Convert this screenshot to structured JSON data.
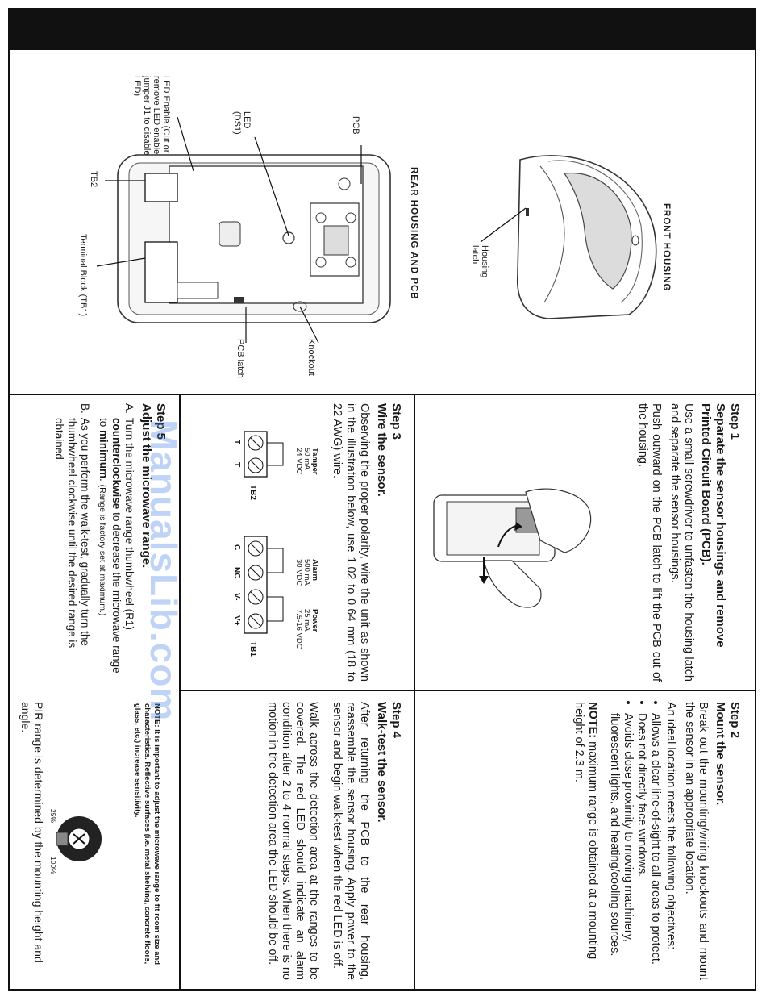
{
  "diagram_labels": {
    "front_housing": "FRONT HOUSING",
    "housing_latch": "Housing latch",
    "rear_housing": "REAR HOUSING AND PCB",
    "pcb": "PCB",
    "led_ds1": "LED (DS1)",
    "led_enable": "LED Enable (Cut or remove LED enable jumper J1 to disable LED)",
    "tb2": "TB2",
    "terminal_block": "Terminal Block (TB1)",
    "knockout": "Knockout",
    "pcb_latch": "PCB latch"
  },
  "step1": {
    "title": "Step 1",
    "subtitle": "Separate the sensor housings and remove Printed Circuit Board (PCB).",
    "p1": "Use a small screwdriver to unfasten the housing latch and separate the sensor housings.",
    "p2": "Push outward on the PCB latch to lift the PCB out of the housing."
  },
  "step2": {
    "title": "Step 2",
    "subtitle": "Mount the sensor.",
    "p1": "Break out the mounting/wiring knockouts and mount the sensor in an appropriate location.",
    "p2": "An ideal location meets the following objectives:",
    "bullets": [
      "Allows a clear line-of-sight to all areas to protect.",
      "Does not directly face windows.",
      "Avoids close proximity to moving machinery, fluorescent lights, and heating/cooling sources."
    ],
    "note_label": "NOTE:",
    "note_text": "maximum range is obtained at a mounting height of 2.3 m."
  },
  "step3": {
    "title": "Step 3",
    "subtitle": "Wire the sensor.",
    "p1": "Observing the proper polarity, wire the unit as shown in the illustration below, use 1.02 to 0.64 mm (18 to 22 AWG) wire.",
    "tamper_label": "Tamper",
    "tamper_spec1": "50 mA",
    "tamper_spec2": "24 VDC",
    "alarm_label": "Alarm",
    "alarm_spec1": "500 mA",
    "alarm_spec2": "30 VDC",
    "power_label": "Power",
    "power_spec1": "25 mA",
    "power_spec2": "7.5-16 VDC",
    "tb2_terms": [
      "T",
      "T"
    ],
    "tb2_name": "TB2",
    "tb1_terms": [
      "C",
      "NC",
      "V-",
      "V+"
    ],
    "tb1_name": "TB1"
  },
  "step4": {
    "title": "Step 4",
    "subtitle": "Walk-test the sensor.",
    "p1": "After returning the PCB to the rear housing, reassemble the sensor housing. Apply power to the sensor and begin walk-test when the red LED is off.",
    "p2": "Walk across the detection area at the ranges to be covered. The red LED should indicate an alarm condition after 2 to 4 normal steps. When there is no motion in the detection area the LED should be off."
  },
  "step5": {
    "title": "Step 5",
    "subtitle": "Adjust the microwave range.",
    "a_marker": "A.",
    "a_pre": "Turn the microwave range thumbwheel (R1)",
    "a_bold1": "counterclockwise",
    "a_mid": "to decrease the microwave range to",
    "a_bold2": "minimum",
    "a_post": ".",
    "a_small": "(Range is factory set at maximum.)",
    "b_marker": "B.",
    "b_text": "As you perform the walk-test, gradually turn the thumbwheel clockwise until the desired range is obtained.",
    "note": "NOTE: It is important to adjust the microwave range to fit room size and characteristics. Reflective surfaces (i.e. metal shelving, concrete floors, glass, etc.) increase sensitivity.",
    "dial_min": "25%",
    "dial_max": "100%",
    "pir_text": "PIR range is determined by the mounting height and angle."
  },
  "watermark": "ManualsLib.com"
}
